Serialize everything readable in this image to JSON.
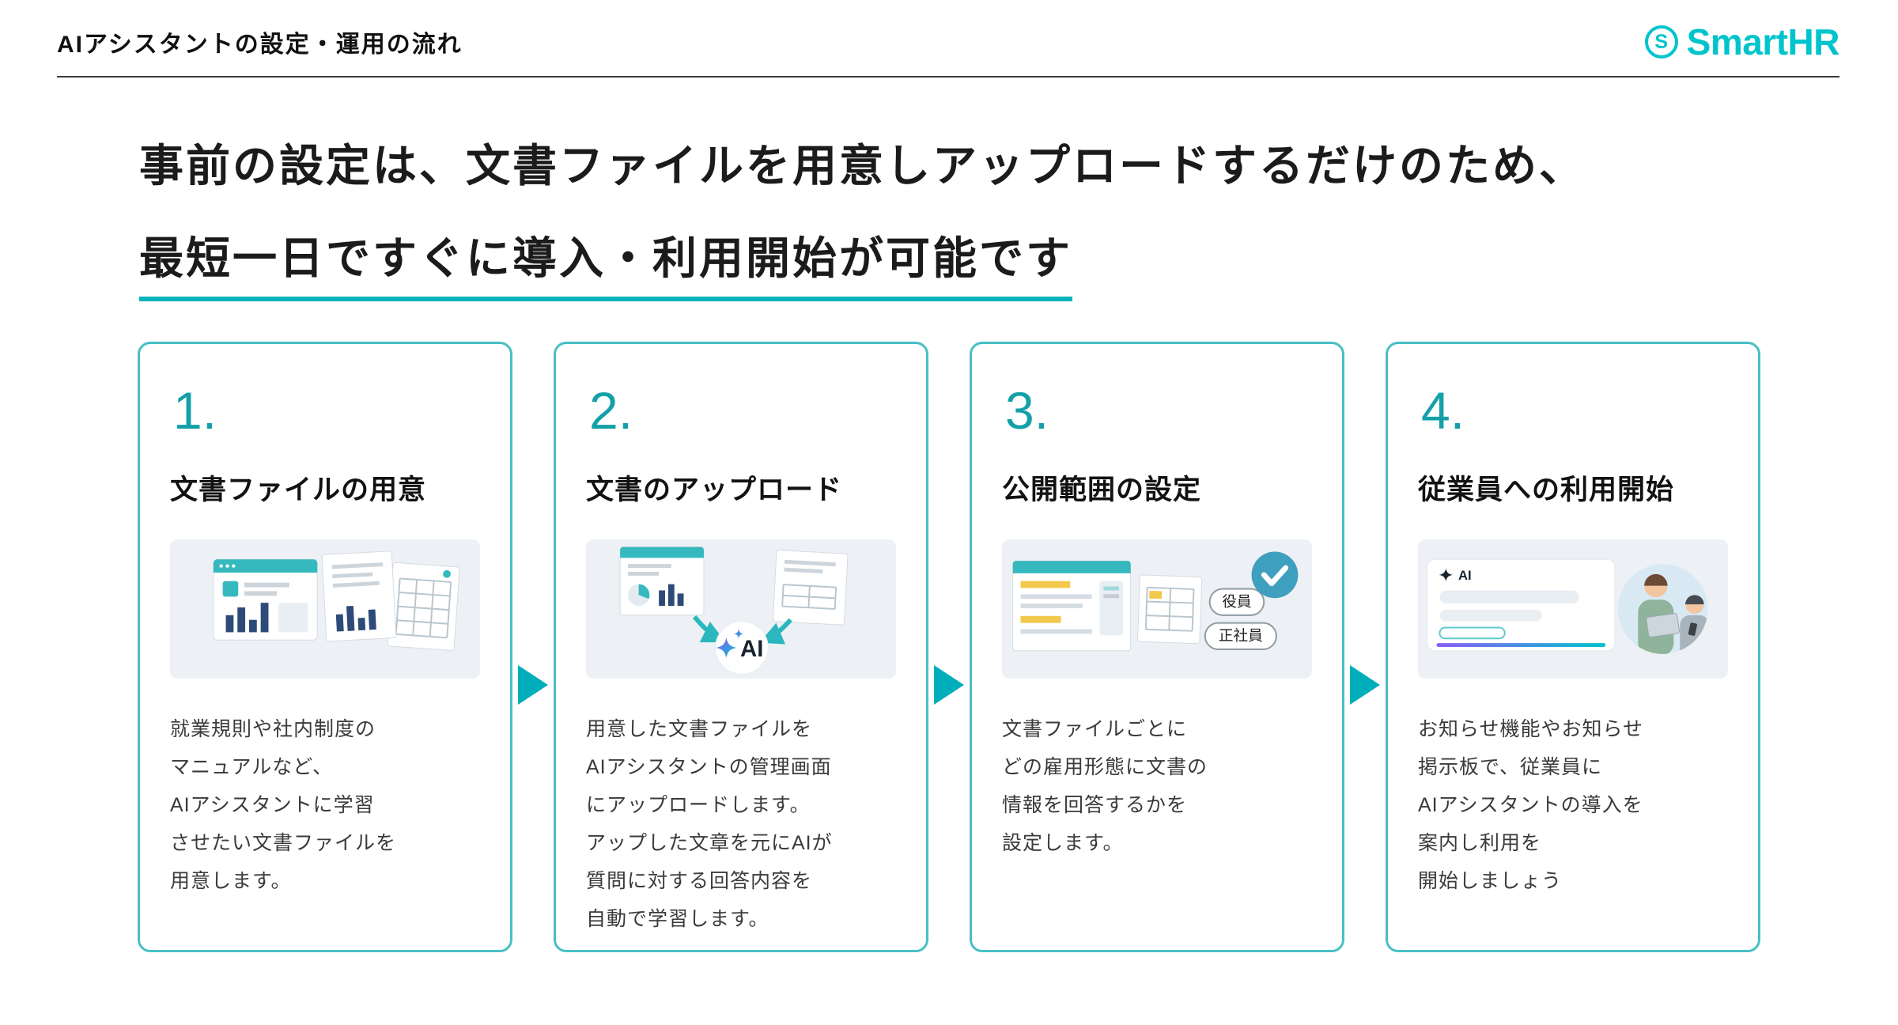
{
  "header": {
    "title": "AIアシスタントの設定・運用の流れ",
    "logo": {
      "mark": "S",
      "text": "SmartHR"
    }
  },
  "heading": {
    "line1": "事前の設定は、文書ファイルを用意しアップロードするだけのため、",
    "line2": "最短一日ですぐに導入・利用開始が可能です"
  },
  "colors": {
    "brand": "#00c4cc",
    "card_border": "#49bfc5",
    "step_number": "#13a0a8",
    "arrow": "#00aebb",
    "underline": "#00b3bc",
    "check_circle": "#3f9fbf",
    "highlight_yellow": "#f2c94c",
    "illustration_bg": "#edf1f5"
  },
  "steps": [
    {
      "number": "1.",
      "title": "文書ファイルの用意",
      "description": "就業規則や社内制度の\nマニュアルなど、\nAIアシスタントに学習\nさせたい文書ファイルを\n用意します。"
    },
    {
      "number": "2.",
      "title": "文書のアップロード",
      "description": "用意した文書ファイルを\nAIアシスタントの管理画面\nにアップロードします。\nアップした文章を元にAIが\n質問に対する回答内容を\n自動で学習します。",
      "illustration": {
        "ai_label": "AI"
      }
    },
    {
      "number": "3.",
      "title": "公開範囲の設定",
      "description": "文書ファイルごとに\nどの雇用形態に文書の\n情報を回答するかを\n設定します。",
      "illustration": {
        "badges": [
          "役員",
          "正社員"
        ]
      }
    },
    {
      "number": "4.",
      "title": "従業員への利用開始",
      "description": "お知らせ機能やお知らせ\n掲示板で、従業員に\nAIアシスタントの導入を\n案内し利用を\n開始しましょう",
      "illustration": {
        "ai_label": "AI"
      }
    }
  ]
}
